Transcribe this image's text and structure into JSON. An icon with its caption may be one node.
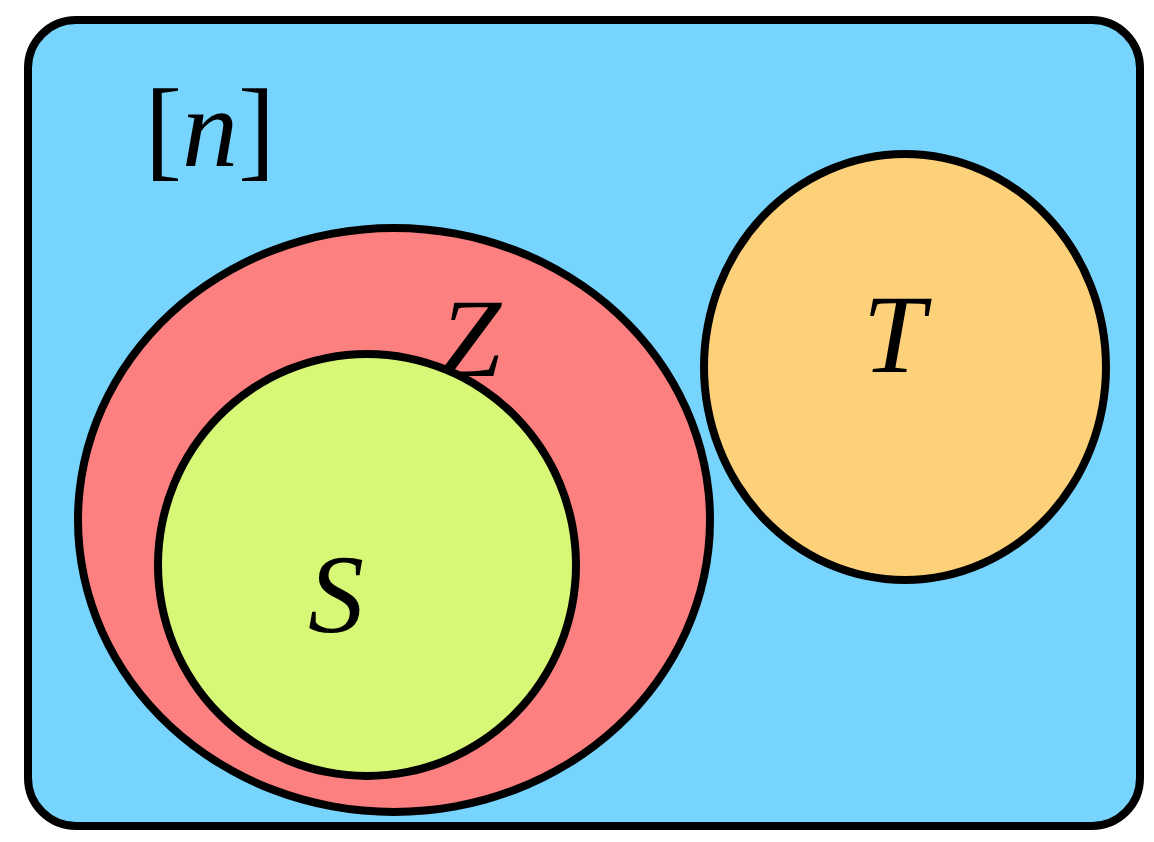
{
  "diagram": {
    "nodes": [
      {
        "text": [
          "[*n*]"
        ]
      },
      {
        "text": [
          "Z"
        ],
        "in": 0
      },
      {
        "text": [
          "S"
        ],
        "in": 1
      },
      {
        "text": [
          "T"
        ],
        "in": 0
      }
    ]
  }
}
